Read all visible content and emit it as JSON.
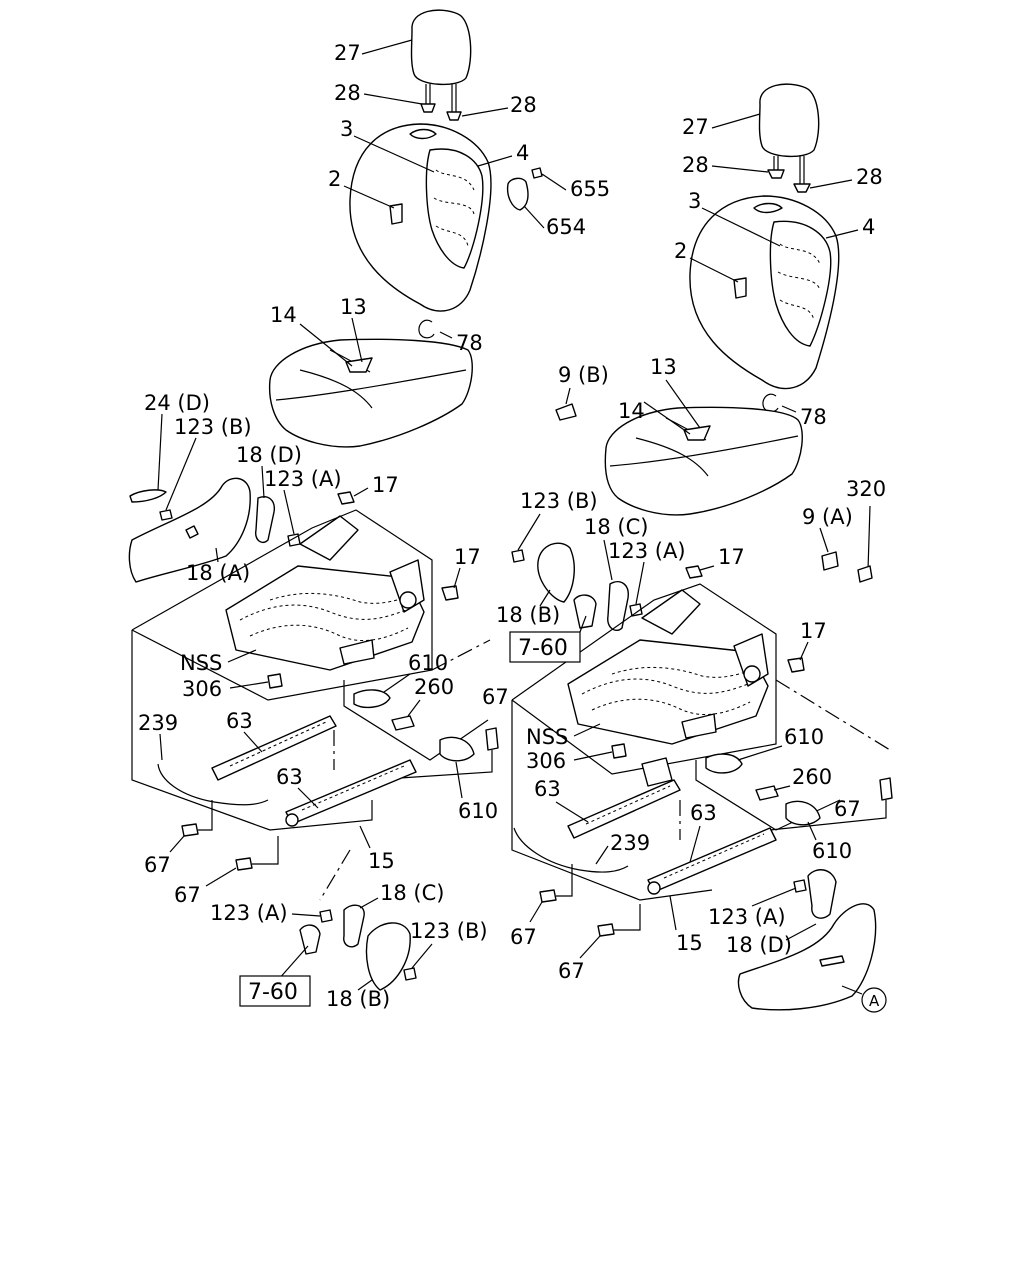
{
  "left_assembly": {
    "labels": {
      "l27": "27",
      "l28a": "28",
      "l28b": "28",
      "l3": "3",
      "l4": "4",
      "l2": "2",
      "l655": "655",
      "l654": "654",
      "l78": "78",
      "l14": "14",
      "l13": "13",
      "l24d": "24 (D)",
      "l123b": "123 (B)",
      "l18d": "18 (D)",
      "l123a": "123 (A)",
      "l17a": "17",
      "l18a": "18 (A)",
      "l17b": "17",
      "lnss": "NSS",
      "l306": "306",
      "l610a": "610",
      "l260": "260",
      "l67a": "67",
      "l239": "239",
      "l63a": "63",
      "l63b": "63",
      "l610b": "610",
      "l67b": "67",
      "l67c": "67",
      "l15": "15",
      "l18c": "18 (C)",
      "l123a2": "123 (A)",
      "l123b2": "123 (B)",
      "l18b": "18 (B)"
    },
    "ref_box": "7-60"
  },
  "right_assembly": {
    "labels": {
      "r27": "27",
      "r28a": "28",
      "r28b": "28",
      "r3": "3",
      "r4": "4",
      "r2": "2",
      "r78": "78",
      "r9b": "9 (B)",
      "r14": "14",
      "r13": "13",
      "r320": "320",
      "r9a": "9 (A)",
      "r123b": "123 (B)",
      "r18c": "18 (C)",
      "r123a": "123 (A)",
      "r17a": "17",
      "r18b": "18 (B)",
      "r17b": "17",
      "rnss": "NSS",
      "r306": "306",
      "r610a": "610",
      "r260": "260",
      "r67a": "67",
      "r63a": "63",
      "r239": "239",
      "r63b": "63",
      "r610b": "610",
      "r67b": "67",
      "r67c": "67",
      "r15": "15",
      "r123a2": "123 (A)",
      "r18d": "18 (D)"
    },
    "ref_box": "7-60",
    "circle_ref": "A"
  }
}
